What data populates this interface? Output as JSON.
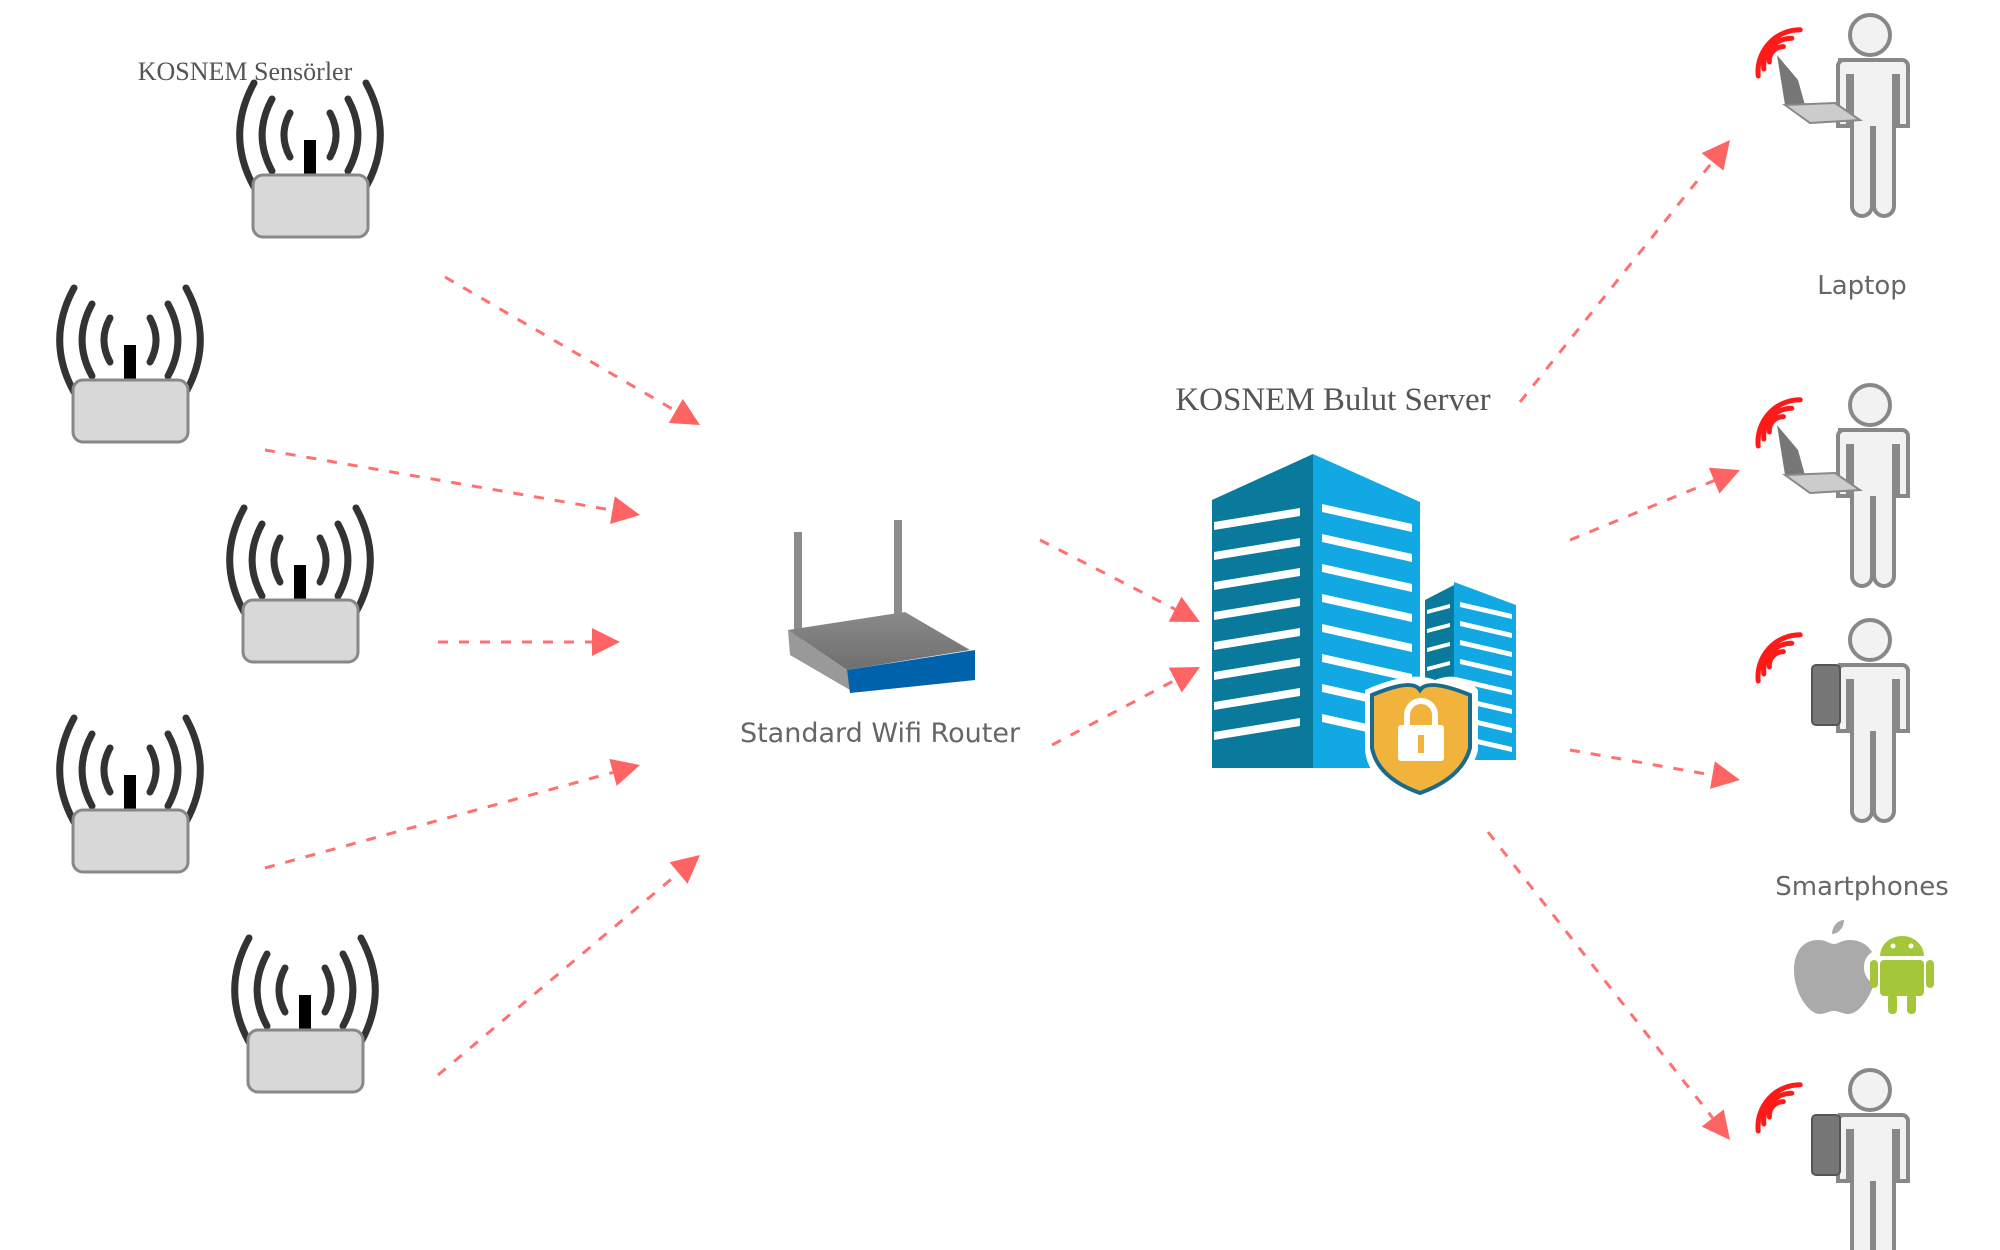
{
  "labels": {
    "sensors_title": "KOSNEM Sensörler",
    "router": "Standard Wifi Router",
    "server": "KOSNEM Bulut Server",
    "laptop": "Laptop",
    "smartphones": "Smartphones"
  },
  "sensors": [
    {
      "name": "sensor-1"
    },
    {
      "name": "sensor-2"
    },
    {
      "name": "sensor-3"
    },
    {
      "name": "sensor-4"
    },
    {
      "name": "sensor-5"
    }
  ],
  "clients": [
    {
      "name": "laptop-user-1",
      "device": "laptop"
    },
    {
      "name": "laptop-user-2",
      "device": "laptop"
    },
    {
      "name": "smartphone-user-1",
      "device": "phone"
    },
    {
      "name": "smartphone-user-2",
      "device": "phone"
    }
  ],
  "platform_icons": [
    "apple-icon",
    "android-icon"
  ],
  "colors": {
    "arrow": "#ff6464",
    "signal": "#ff1a1a",
    "building_dark": "#0a7a9c",
    "building_light": "#13a9e6",
    "shield": "#f2b33d",
    "router_front": "#0060a8",
    "android": "#a4c639",
    "apple": "#aaaaaa"
  }
}
